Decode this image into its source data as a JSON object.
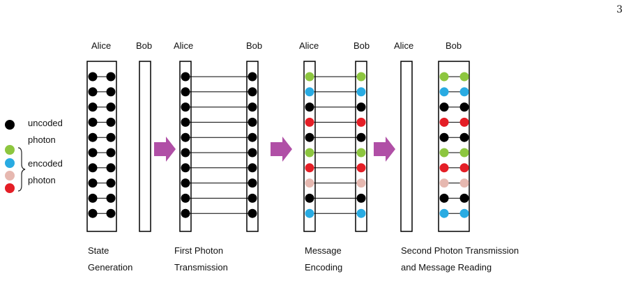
{
  "page_number": "3",
  "legend": {
    "uncoded_label": [
      "uncoded",
      "photon"
    ],
    "encoded_label": [
      "encoded",
      "photon"
    ],
    "uncoded_color": "#000000",
    "encoded_colors": [
      "#8dc63f",
      "#29abe2",
      "#e6b8b0",
      "#e41e26"
    ]
  },
  "colors": {
    "black": "#000000",
    "green": "#8dc63f",
    "blue": "#29abe2",
    "red": "#e41e26",
    "pink": "#e6b8b0",
    "arrow": "#b04fa6"
  },
  "stages": [
    {
      "labels": [
        "Alice",
        "Bob"
      ],
      "caption": [
        "State",
        "Generation"
      ],
      "left_dots": [
        "black",
        "black",
        "black",
        "black",
        "black",
        "black",
        "black",
        "black",
        "black",
        "black"
      ],
      "right_dots": [
        "black",
        "black",
        "black",
        "black",
        "black",
        "black",
        "black",
        "black",
        "black",
        "black"
      ]
    },
    {
      "labels": [
        "Alice",
        "Bob"
      ],
      "caption": [
        "First Photon",
        "Transmission"
      ],
      "left_dots": [
        "black",
        "black",
        "black",
        "black",
        "black",
        "black",
        "black",
        "black",
        "black",
        "black"
      ],
      "right_dots": [
        "black",
        "black",
        "black",
        "black",
        "black",
        "black",
        "black",
        "black",
        "black",
        "black"
      ]
    },
    {
      "labels": [
        "Alice",
        "Bob"
      ],
      "caption": [
        "Message",
        "Encoding"
      ],
      "left_dots": [
        "green",
        "blue",
        "black",
        "red",
        "black",
        "green",
        "red",
        "pink",
        "black",
        "blue"
      ],
      "right_dots": [
        "green",
        "blue",
        "black",
        "red",
        "black",
        "green",
        "red",
        "pink",
        "black",
        "blue"
      ]
    },
    {
      "labels": [
        "Alice",
        "Bob"
      ],
      "caption": [
        "Second Photon Transmission",
        "and Message Reading"
      ],
      "left_dots": [
        "green",
        "blue",
        "black",
        "red",
        "black",
        "green",
        "red",
        "pink",
        "black",
        "blue"
      ],
      "right_dots": [
        "green",
        "blue",
        "black",
        "red",
        "black",
        "green",
        "red",
        "pink",
        "black",
        "blue"
      ]
    }
  ]
}
